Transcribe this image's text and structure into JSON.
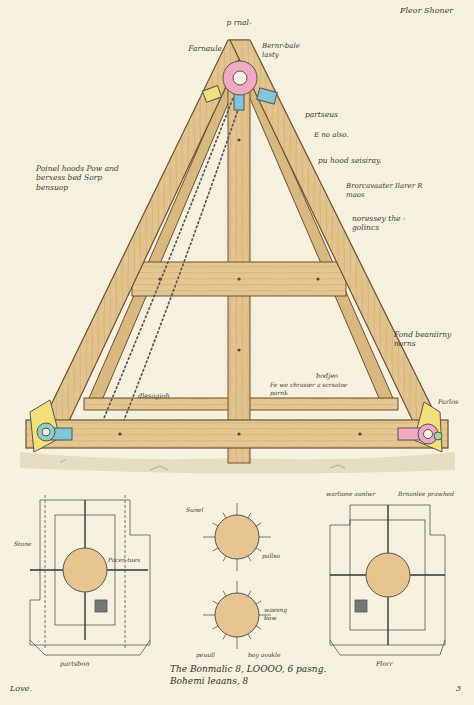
{
  "diagram": {
    "caption": "The Bonmalic 8, LOOOO, 6 pasng. Bohemi leaans, 8",
    "labels": [
      "Fleor Shoner",
      "p rnal-",
      "Farnaule",
      "Bernr-bale lasty",
      "partseus",
      "E no also.",
      "pu hood seisiray.",
      "Brorcavaater Ilarer R maos",
      "noressey the -golincs",
      "Fond beaniirny norns",
      "Poinel hoods Pow and berxess bed Sorp bensuop",
      "dlesagioh",
      "bodjeo",
      "Fe we chrasier a scrsaloe parnk",
      "Parlos",
      "partsbon",
      "Pacer-tuex",
      "Stone",
      "Sunel",
      "pallso",
      "waesng bow",
      "peuull",
      "boy avokle",
      "warlione aonlwr",
      "Brnanlee prawhed",
      "Plorr",
      "Love.",
      "3"
    ]
  }
}
